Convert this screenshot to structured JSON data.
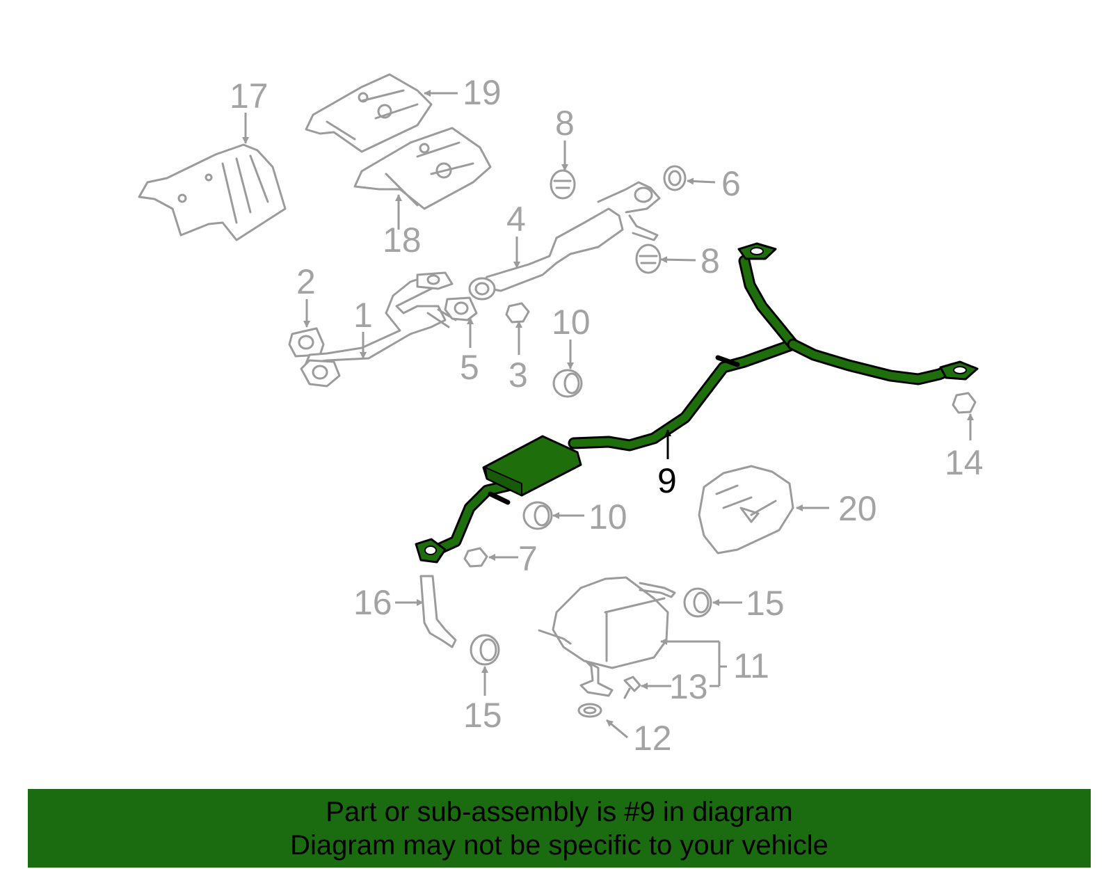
{
  "diagram": {
    "highlighted_part": "9",
    "colors": {
      "highlight_fill": "#1e6e0c",
      "outline": "#000000",
      "ghost": "#9b9b9b",
      "banner": "#1b6b10"
    },
    "callouts": {
      "c1": "1",
      "c2": "2",
      "c3": "3",
      "c4": "4",
      "c5": "5",
      "c6": "6",
      "c7": "7",
      "c8a": "8",
      "c8b": "8",
      "c9": "9",
      "c10a": "10",
      "c10b": "10",
      "c11": "11",
      "c12": "12",
      "c13": "13",
      "c14": "14",
      "c15a": "15",
      "c15b": "15",
      "c16": "16",
      "c17": "17",
      "c18": "18",
      "c19": "19",
      "c20": "20"
    }
  },
  "banner": {
    "line1": "Part or sub-assembly is #9 in diagram",
    "line2": "Diagram may not be specific to your vehicle"
  }
}
